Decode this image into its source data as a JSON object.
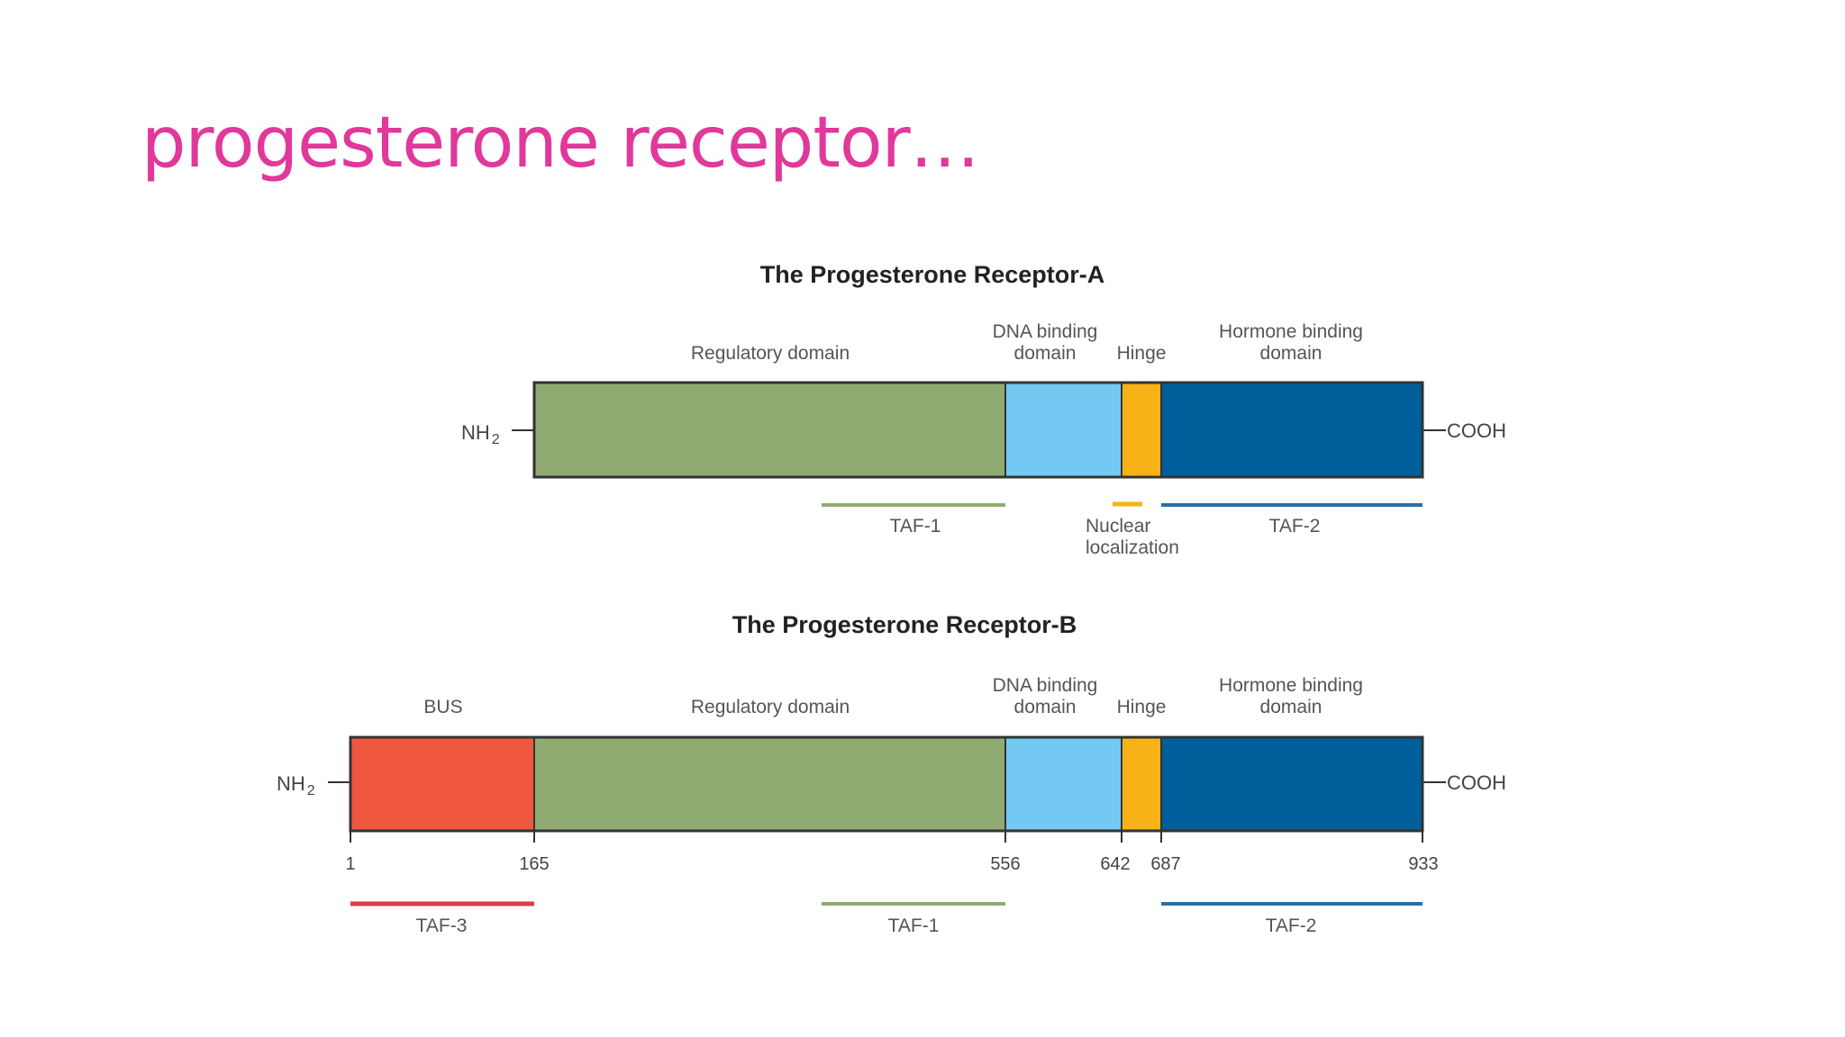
{
  "slide": {
    "title": "progesterone receptor…",
    "title_color": "#e0389b"
  },
  "receptor_a": {
    "title": "The Progesterone Receptor-A",
    "n_terminus": "NH",
    "n_terminus_sub": "2",
    "c_terminus": "COOH",
    "domain_labels": {
      "regulatory": "Regulatory domain",
      "dna_binding_1": "DNA binding",
      "dna_binding_2": "domain",
      "hinge": "Hinge",
      "hormone_binding_1": "Hormone binding",
      "hormone_binding_2": "domain"
    },
    "function_labels": {
      "taf1": "TAF-1",
      "nuclear_1": "Nuclear",
      "nuclear_2": "localization",
      "taf2": "TAF-2"
    }
  },
  "receptor_b": {
    "title": "The Progesterone Receptor-B",
    "n_terminus": "NH",
    "n_terminus_sub": "2",
    "c_terminus": "COOH",
    "domain_labels": {
      "bus": "BUS",
      "regulatory": "Regulatory domain",
      "dna_binding_1": "DNA binding",
      "dna_binding_2": "domain",
      "hinge": "Hinge",
      "hormone_binding_1": "Hormone binding",
      "hormone_binding_2": "domain"
    },
    "positions": [
      "1",
      "165",
      "556",
      "642",
      "687",
      "933"
    ],
    "function_labels": {
      "taf3": "TAF-3",
      "taf1": "TAF-1",
      "taf2": "TAF-2"
    }
  },
  "colors": {
    "bus": "#f0573f",
    "regulatory": "#8fab72",
    "dna_binding": "#73c9f1",
    "hinge": "#f7b218",
    "hormone_binding": "#005e9b",
    "taf1": "#8fab72",
    "taf2": "#2a6fa8",
    "taf3": "#e03a4a",
    "nuclear": "#f2b418",
    "outline": "#333333"
  }
}
